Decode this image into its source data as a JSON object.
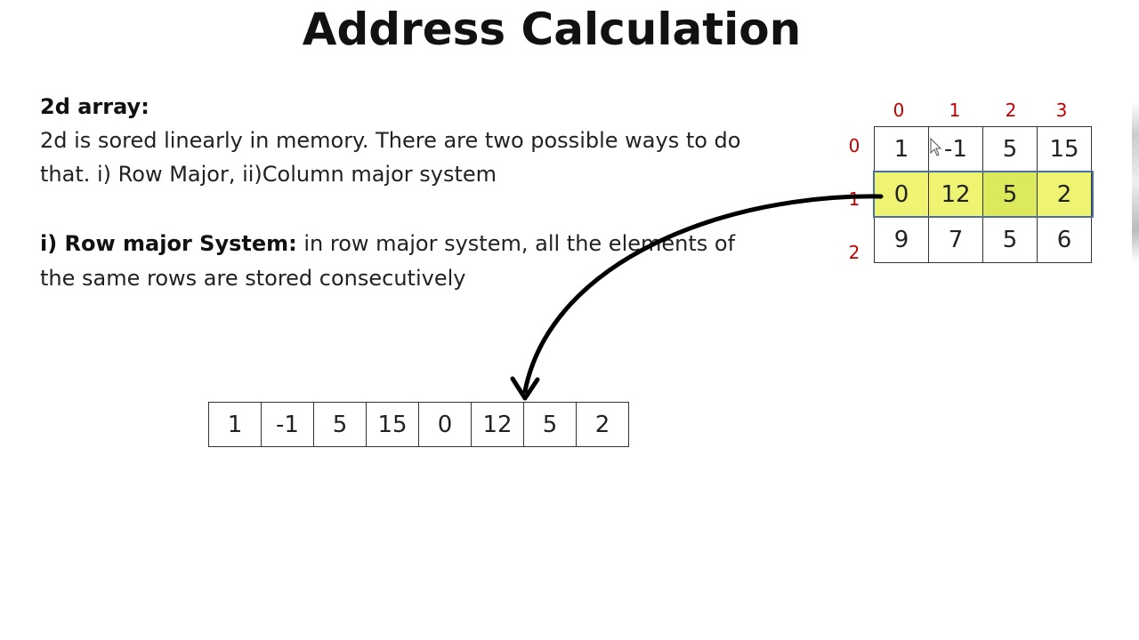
{
  "title": "Address Calculation",
  "section1": {
    "heading": "2d array:",
    "line1": "2d is sored linearly in memory. There are two possible ways to do",
    "line2": "that. i) Row Major, ii)Column major system"
  },
  "section2": {
    "heading": "i) Row major System:",
    "line1_rest": " in row major system, all the elements of",
    "line2": "the same rows are stored consecutively"
  },
  "matrix": {
    "col_indices": [
      "0",
      "1",
      "2",
      "3"
    ],
    "row_indices": [
      "0",
      "1",
      "2"
    ],
    "rows": [
      [
        "1",
        "-1",
        "5",
        "15"
      ],
      [
        "0",
        "12",
        "5",
        "2"
      ],
      [
        "9",
        "7",
        "5",
        "6"
      ]
    ],
    "highlight_row": 1
  },
  "linear_array": [
    "1",
    "-1",
    "5",
    "15",
    "0",
    "12",
    "5",
    "2"
  ],
  "colors": {
    "index_red": "#c00000",
    "highlight": "#eef472",
    "arrow": "#000000"
  }
}
